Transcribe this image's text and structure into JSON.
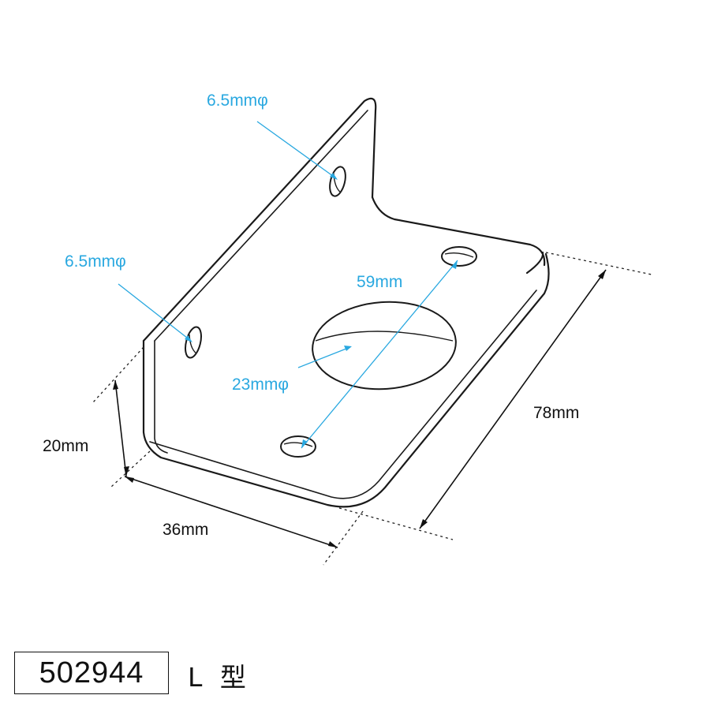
{
  "product": {
    "code": "502944",
    "type": "L 型"
  },
  "dimensions": {
    "hole_vertical": "6.5mmφ",
    "hole_vertical_lower": "6.5mmφ",
    "hole_spacing": "59mm",
    "center_hole": "23mmφ",
    "length": "78mm",
    "height": "20mm",
    "width": "36mm"
  },
  "colors": {
    "outline": "#1a1a1a",
    "leader": "#29a8e0"
  }
}
